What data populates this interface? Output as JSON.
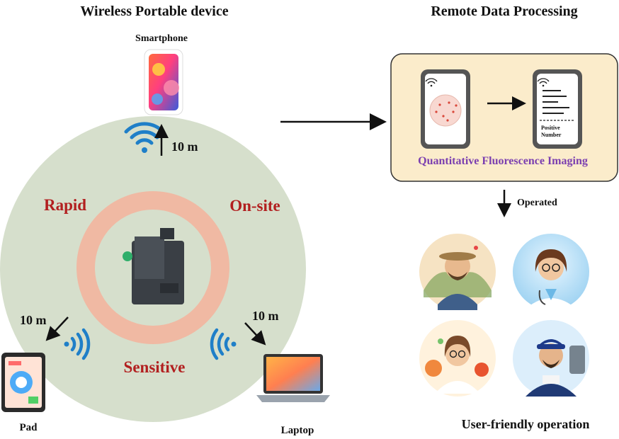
{
  "left_title": "Wireless Portable device",
  "right_title": "Remote Data Processing",
  "devices": {
    "smartphone": "Smartphone",
    "pad": "Pad",
    "laptop": "Laptop"
  },
  "distances": {
    "top": "10 m",
    "left": "10 m",
    "right": "10 m"
  },
  "features": {
    "rapid": "Rapid",
    "onsite": "On-site",
    "sensitive": "Sensitive"
  },
  "processing": {
    "caption": "Quantitative Fluorescence Imaging",
    "result_label_line1": "Positive",
    "result_label_line2": "Number"
  },
  "operated_label": "Operated",
  "users_caption": "User-friendly operation",
  "users": [
    "farmer",
    "doctor",
    "scientist",
    "technician"
  ],
  "colors": {
    "circle_fill": "#d6dfcc",
    "ring": "#f0b9a3",
    "feature_text": "#b21f1f",
    "wifi": "#1f7fc8",
    "panel_fill": "#fbeccb",
    "caption_text": "#7b3fb0"
  }
}
